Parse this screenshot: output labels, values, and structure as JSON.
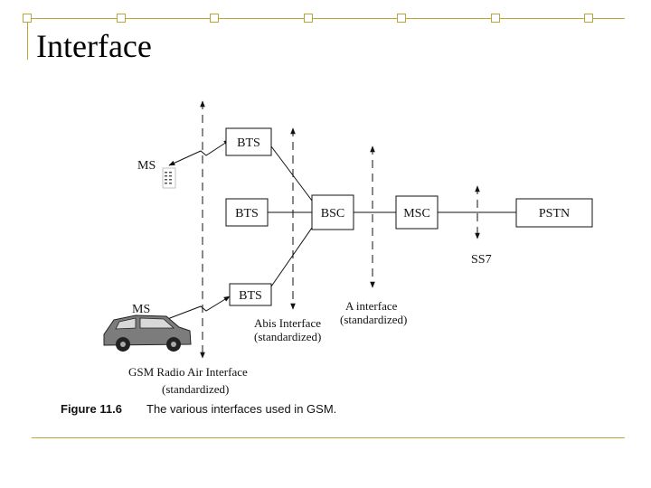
{
  "slide": {
    "title": "Interface"
  },
  "nodes": {
    "bts_top": "BTS",
    "bts_mid": "BTS",
    "bts_bottom": "BTS",
    "bsc": "BSC",
    "msc": "MSC",
    "pstn": "PSTN",
    "ms_top": "MS",
    "ms_bottom": "MS",
    "ss7": "SS7"
  },
  "interfaces": {
    "a_line1": "A interface",
    "a_line2": "(standardized)",
    "abis_line1": "Abis Interface",
    "abis_line2": "(standardized)",
    "air_line1": "GSM Radio Air Interface",
    "air_line2": "(standardized)"
  },
  "caption": {
    "number": "Figure 11.6",
    "text": "The various interfaces used in GSM."
  },
  "colors": {
    "rule": "#b8a83a",
    "ink": "#111111",
    "car_body": "#7c7c7c"
  }
}
